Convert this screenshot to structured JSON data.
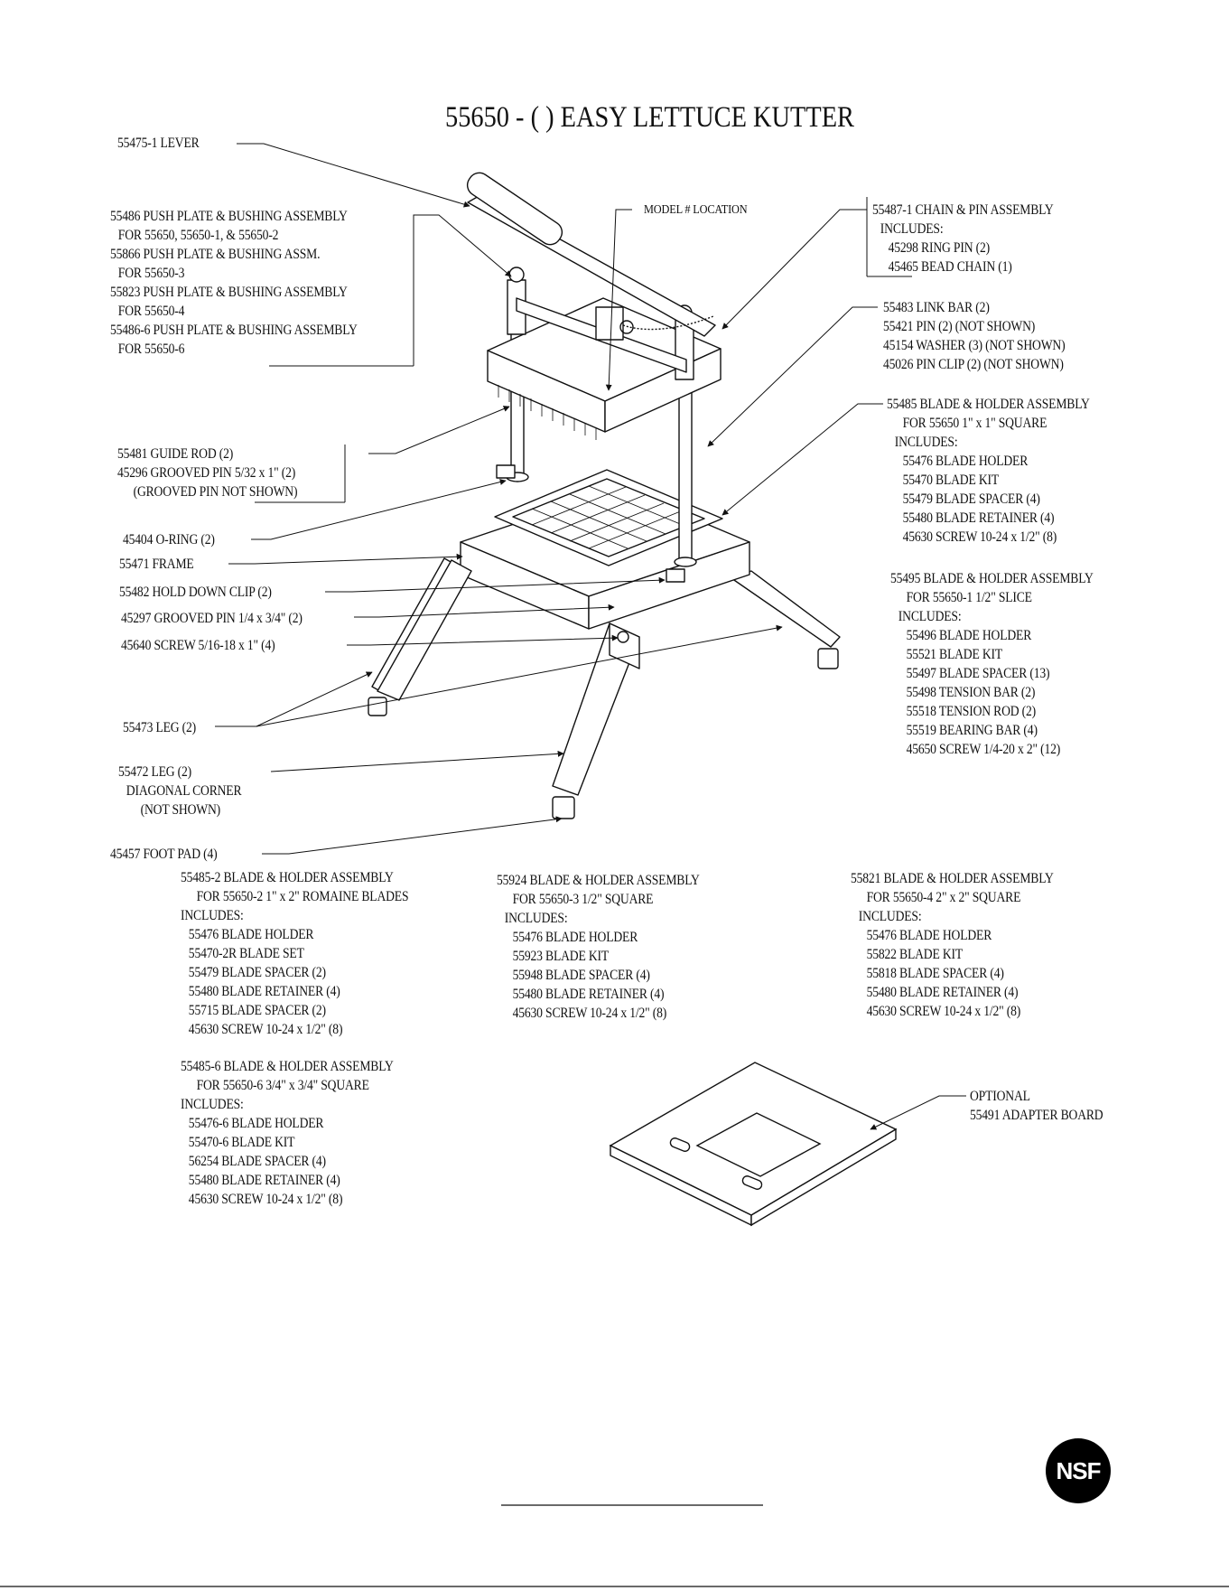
{
  "title": "55650 - (     ) EASY LETTUCE KUTTER",
  "model_location": "MODEL # LOCATION",
  "callouts": {
    "lever": [
      "55475-1 LEVER"
    ],
    "push_plate": [
      "55486 PUSH PLATE & BUSHING ASSEMBLY",
      "FOR 55650, 55650-1, & 55650-2",
      "55866 PUSH PLATE & BUSHING ASSM.",
      "FOR 55650-3",
      "55823 PUSH PLATE & BUSHING ASSEMBLY",
      "FOR 55650-4",
      "55486-6 PUSH PLATE & BUSHING ASSEMBLY",
      "FOR 55650-6"
    ],
    "guide_rod": [
      "55481 GUIDE ROD (2)",
      "45296 GROOVED PIN 5/32 x 1\" (2)",
      "(GROOVED PIN NOT SHOWN)"
    ],
    "o_ring": [
      "45404 O-RING (2)"
    ],
    "frame": [
      "55471 FRAME"
    ],
    "hold_down_clip": [
      "55482 HOLD DOWN CLIP (2)"
    ],
    "grooved_pin": [
      "45297 GROOVED PIN 1/4 x 3/4\" (2)"
    ],
    "screw": [
      "45640 SCREW 5/16-18 x 1\" (4)"
    ],
    "leg_55473": [
      "55473 LEG (2)"
    ],
    "leg_55472": [
      "55472 LEG (2)",
      "DIAGONAL CORNER",
      "(NOT SHOWN)"
    ],
    "foot_pad": [
      "45457 FOOT PAD (4)"
    ],
    "chain_pin": [
      "55487-1 CHAIN & PIN ASSEMBLY",
      "INCLUDES:",
      "45298 RING PIN (2)",
      "45465 BEAD CHAIN (1)"
    ],
    "link_bar": [
      "55483 LINK BAR (2)",
      "55421 PIN (2) (NOT SHOWN)",
      "45154 WASHER (3) (NOT SHOWN)",
      "45026 PIN CLIP (2) (NOT SHOWN)"
    ],
    "blade_55485": [
      "55485 BLADE & HOLDER ASSEMBLY",
      "FOR 55650 1\" x 1\" SQUARE",
      "INCLUDES:",
      "55476 BLADE HOLDER",
      "55470 BLADE KIT",
      "55479 BLADE SPACER (4)",
      "55480 BLADE RETAINER (4)",
      "45630 SCREW 10-24 x 1/2\" (8)"
    ],
    "blade_55495": [
      "55495 BLADE & HOLDER ASSEMBLY",
      "FOR 55650-1      1/2\" SLICE",
      "INCLUDES:",
      "55496 BLADE HOLDER",
      "55521 BLADE KIT",
      "55497 BLADE SPACER (13)",
      "55498 TENSION BAR (2)",
      "55518 TENSION ROD (2)",
      "55519 BEARING BAR (4)",
      "45650 SCREW 1/4-20 x 2\" (12)"
    ],
    "blade_55485_2": [
      "55485-2 BLADE & HOLDER ASSEMBLY",
      "FOR 55650-2   1\" x 2\" ROMAINE BLADES",
      "INCLUDES:",
      "55476 BLADE HOLDER",
      "55470-2R BLADE SET",
      "55479 BLADE SPACER (2)",
      "55480 BLADE RETAINER (4)",
      "55715 BLADE SPACER (2)",
      "45630 SCREW 10-24 x 1/2\" (8)"
    ],
    "blade_55924": [
      "55924 BLADE & HOLDER ASSEMBLY",
      "FOR 55650-3        1/2\" SQUARE",
      "INCLUDES:",
      "55476 BLADE HOLDER",
      "55923 BLADE KIT",
      "55948 BLADE SPACER (4)",
      "55480 BLADE RETAINER (4)",
      "45630 SCREW 10-24 x 1/2\" (8)"
    ],
    "blade_55821": [
      "55821 BLADE & HOLDER ASSEMBLY",
      "FOR 55650-4       2\" x 2\" SQUARE",
      "INCLUDES:",
      "55476 BLADE HOLDER",
      "55822 BLADE KIT",
      "55818 BLADE SPACER (4)",
      "55480 BLADE RETAINER (4)",
      "45630 SCREW 10-24 x 1/2\" (8)"
    ],
    "blade_55485_6": [
      "55485-6 BLADE & HOLDER ASSEMBLY",
      "FOR 55650-6   3/4\" x 3/4\" SQUARE",
      "INCLUDES:",
      "55476-6 BLADE HOLDER",
      "55470-6 BLADE KIT",
      "56254 BLADE SPACER (4)",
      "55480 BLADE RETAINER (4)",
      "45630 SCREW 10-24 x 1/2\" (8)"
    ],
    "adapter_board": [
      "OPTIONAL",
      "55491  ADAPTER BOARD"
    ]
  },
  "logo": {
    "text": "NSF"
  },
  "colors": {
    "ink": "#111111",
    "paper": "#ffffff"
  }
}
